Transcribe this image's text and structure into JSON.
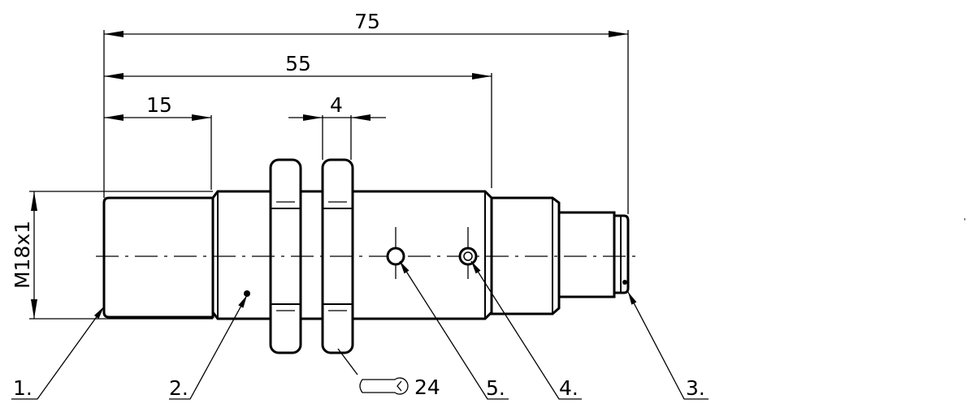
{
  "dimensions": {
    "overall_length": "75",
    "length_to_connector": "55",
    "thread_length": "15",
    "nut_thickness": "4",
    "thread_spec": "M18x1"
  },
  "wrench": {
    "size": "24",
    "icon": "wrench-icon"
  },
  "callouts": [
    {
      "label": "1."
    },
    {
      "label": "2."
    },
    {
      "label": "5."
    },
    {
      "label": "4."
    },
    {
      "label": "3."
    }
  ],
  "colors": {
    "line": "#000000",
    "background": "#ffffff"
  }
}
